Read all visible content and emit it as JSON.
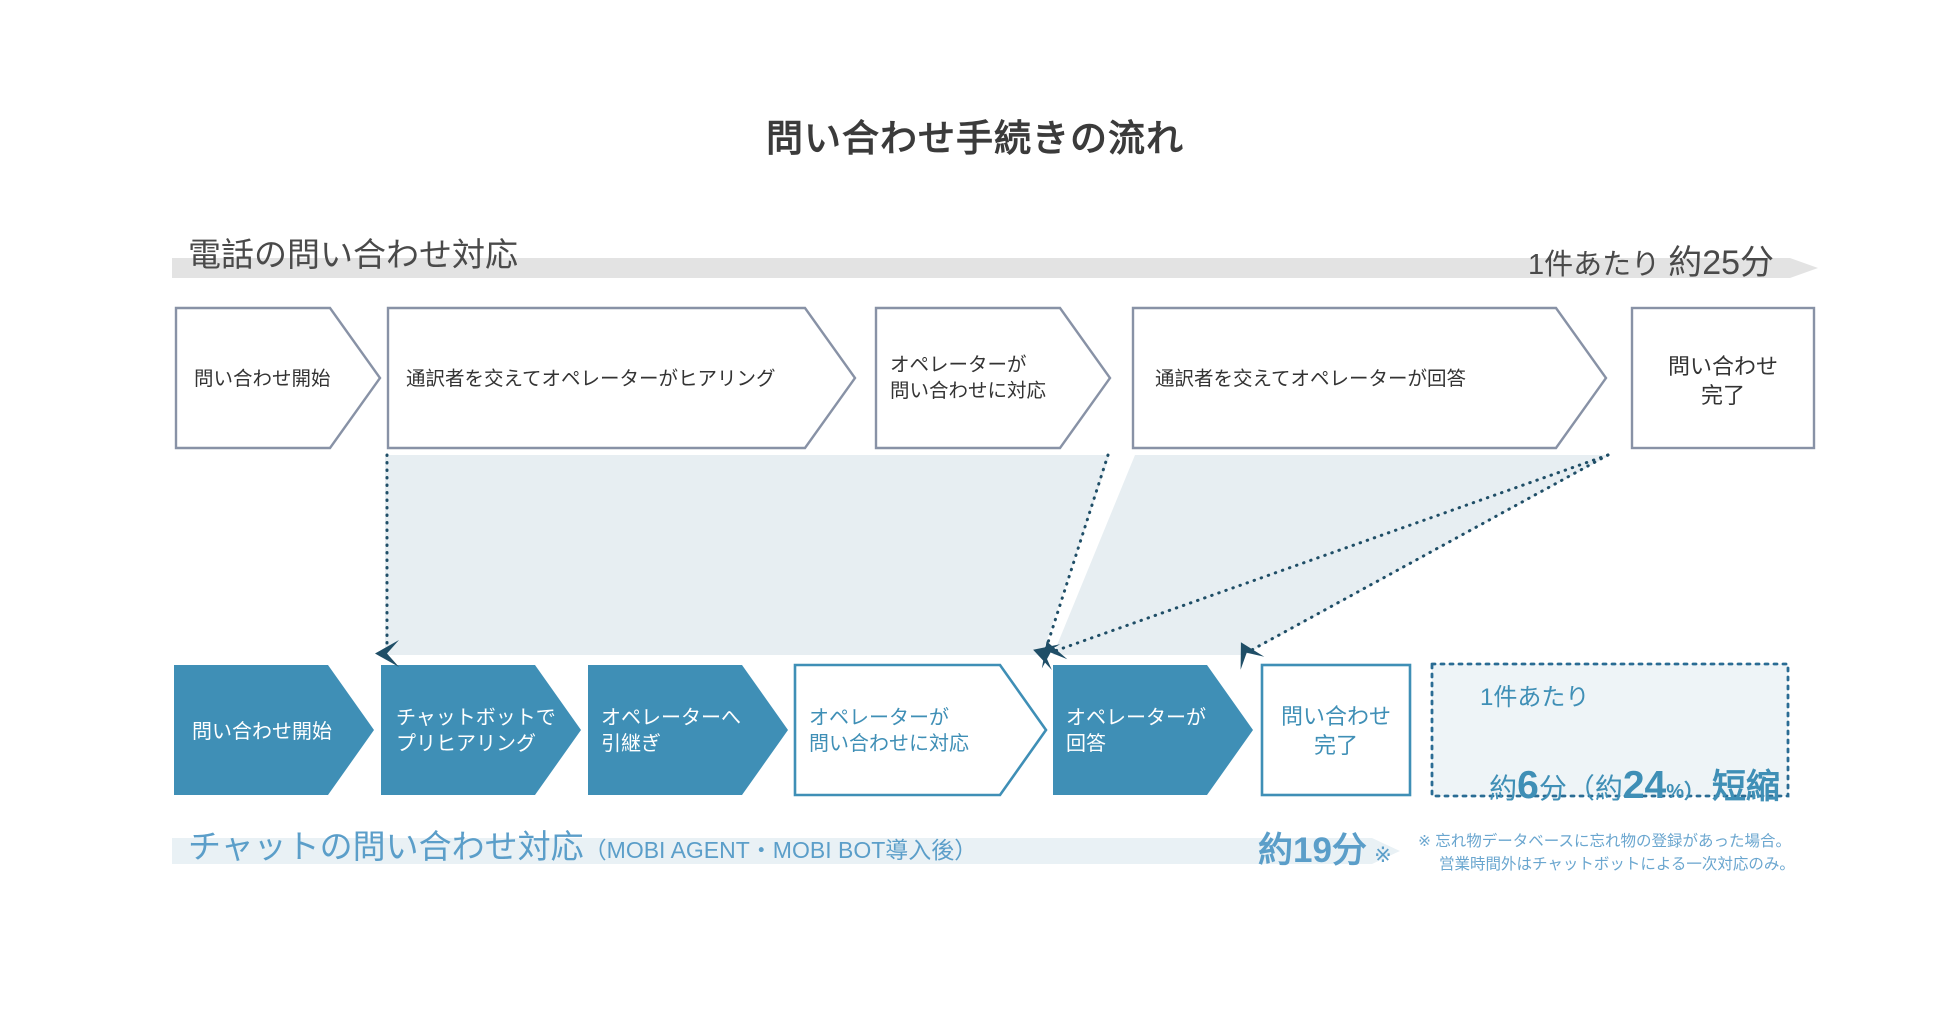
{
  "page": {
    "title": "問い合わせ手続きの流れ",
    "colors": {
      "accent_blue": "#3f8fb6",
      "light_blue_text": "#5b9ec9",
      "top_box_stroke": "#8892a6",
      "top_band_bar": "#e3e3e3",
      "bottom_band_bar": "#e9f1f5",
      "link_region_fill": "#e7eef2",
      "arrow_dotted": "#1f4e67",
      "title_text": "#3b3b3b"
    }
  },
  "top_band": {
    "label": "電話の問い合わせ対応",
    "metric_prefix": "1件あたり",
    "metric_value": "約25分"
  },
  "bottom_band": {
    "label": "チャットの問い合わせ対応",
    "label_sub": "（MOBI AGENT・MOBI BOT導入後）",
    "metric_value": "約19分",
    "metric_mark": "※"
  },
  "footnote": {
    "line1": "※ 忘れ物データベースに忘れ物の登録があった場合。",
    "line2": "営業時間外はチャットボットによる一次対応のみ。"
  },
  "top_flow": {
    "steps": [
      {
        "id": "start",
        "label": "問い合わせ開始",
        "shape": "chevron"
      },
      {
        "id": "hearing",
        "label": "通訳者を交えてオペレーターがヒアリング",
        "shape": "chevron"
      },
      {
        "id": "handle",
        "label": "オペレーターが\n問い合わせに対応",
        "shape": "chevron"
      },
      {
        "id": "answer",
        "label": "通訳者を交えてオペレーターが回答",
        "shape": "chevron"
      },
      {
        "id": "complete",
        "label": "問い合わせ\n完了",
        "shape": "rect"
      }
    ]
  },
  "bottom_flow": {
    "steps": [
      {
        "id": "start",
        "label": "問い合わせ開始",
        "shape": "chevron",
        "fill": "solid"
      },
      {
        "id": "prehearing",
        "label": "チャットボットで\nプリヒアリング",
        "shape": "chevron",
        "fill": "solid"
      },
      {
        "id": "handover",
        "label": "オペレーターへ\n引継ぎ",
        "shape": "chevron",
        "fill": "solid"
      },
      {
        "id": "handle",
        "label": "オペレーターが\n問い合わせに対応",
        "shape": "chevron",
        "fill": "outline"
      },
      {
        "id": "answer",
        "label": "オペレーターが\n回答",
        "shape": "chevron",
        "fill": "solid"
      },
      {
        "id": "complete",
        "label": "問い合わせ\n完了",
        "shape": "rect",
        "fill": "outline"
      }
    ]
  },
  "result_box": {
    "line1": "1件あたり",
    "prefix": "約",
    "number": "6",
    "unit": "分（約",
    "percent_number": "24",
    "percent_sign": "%）",
    "suffix": "短縮"
  }
}
